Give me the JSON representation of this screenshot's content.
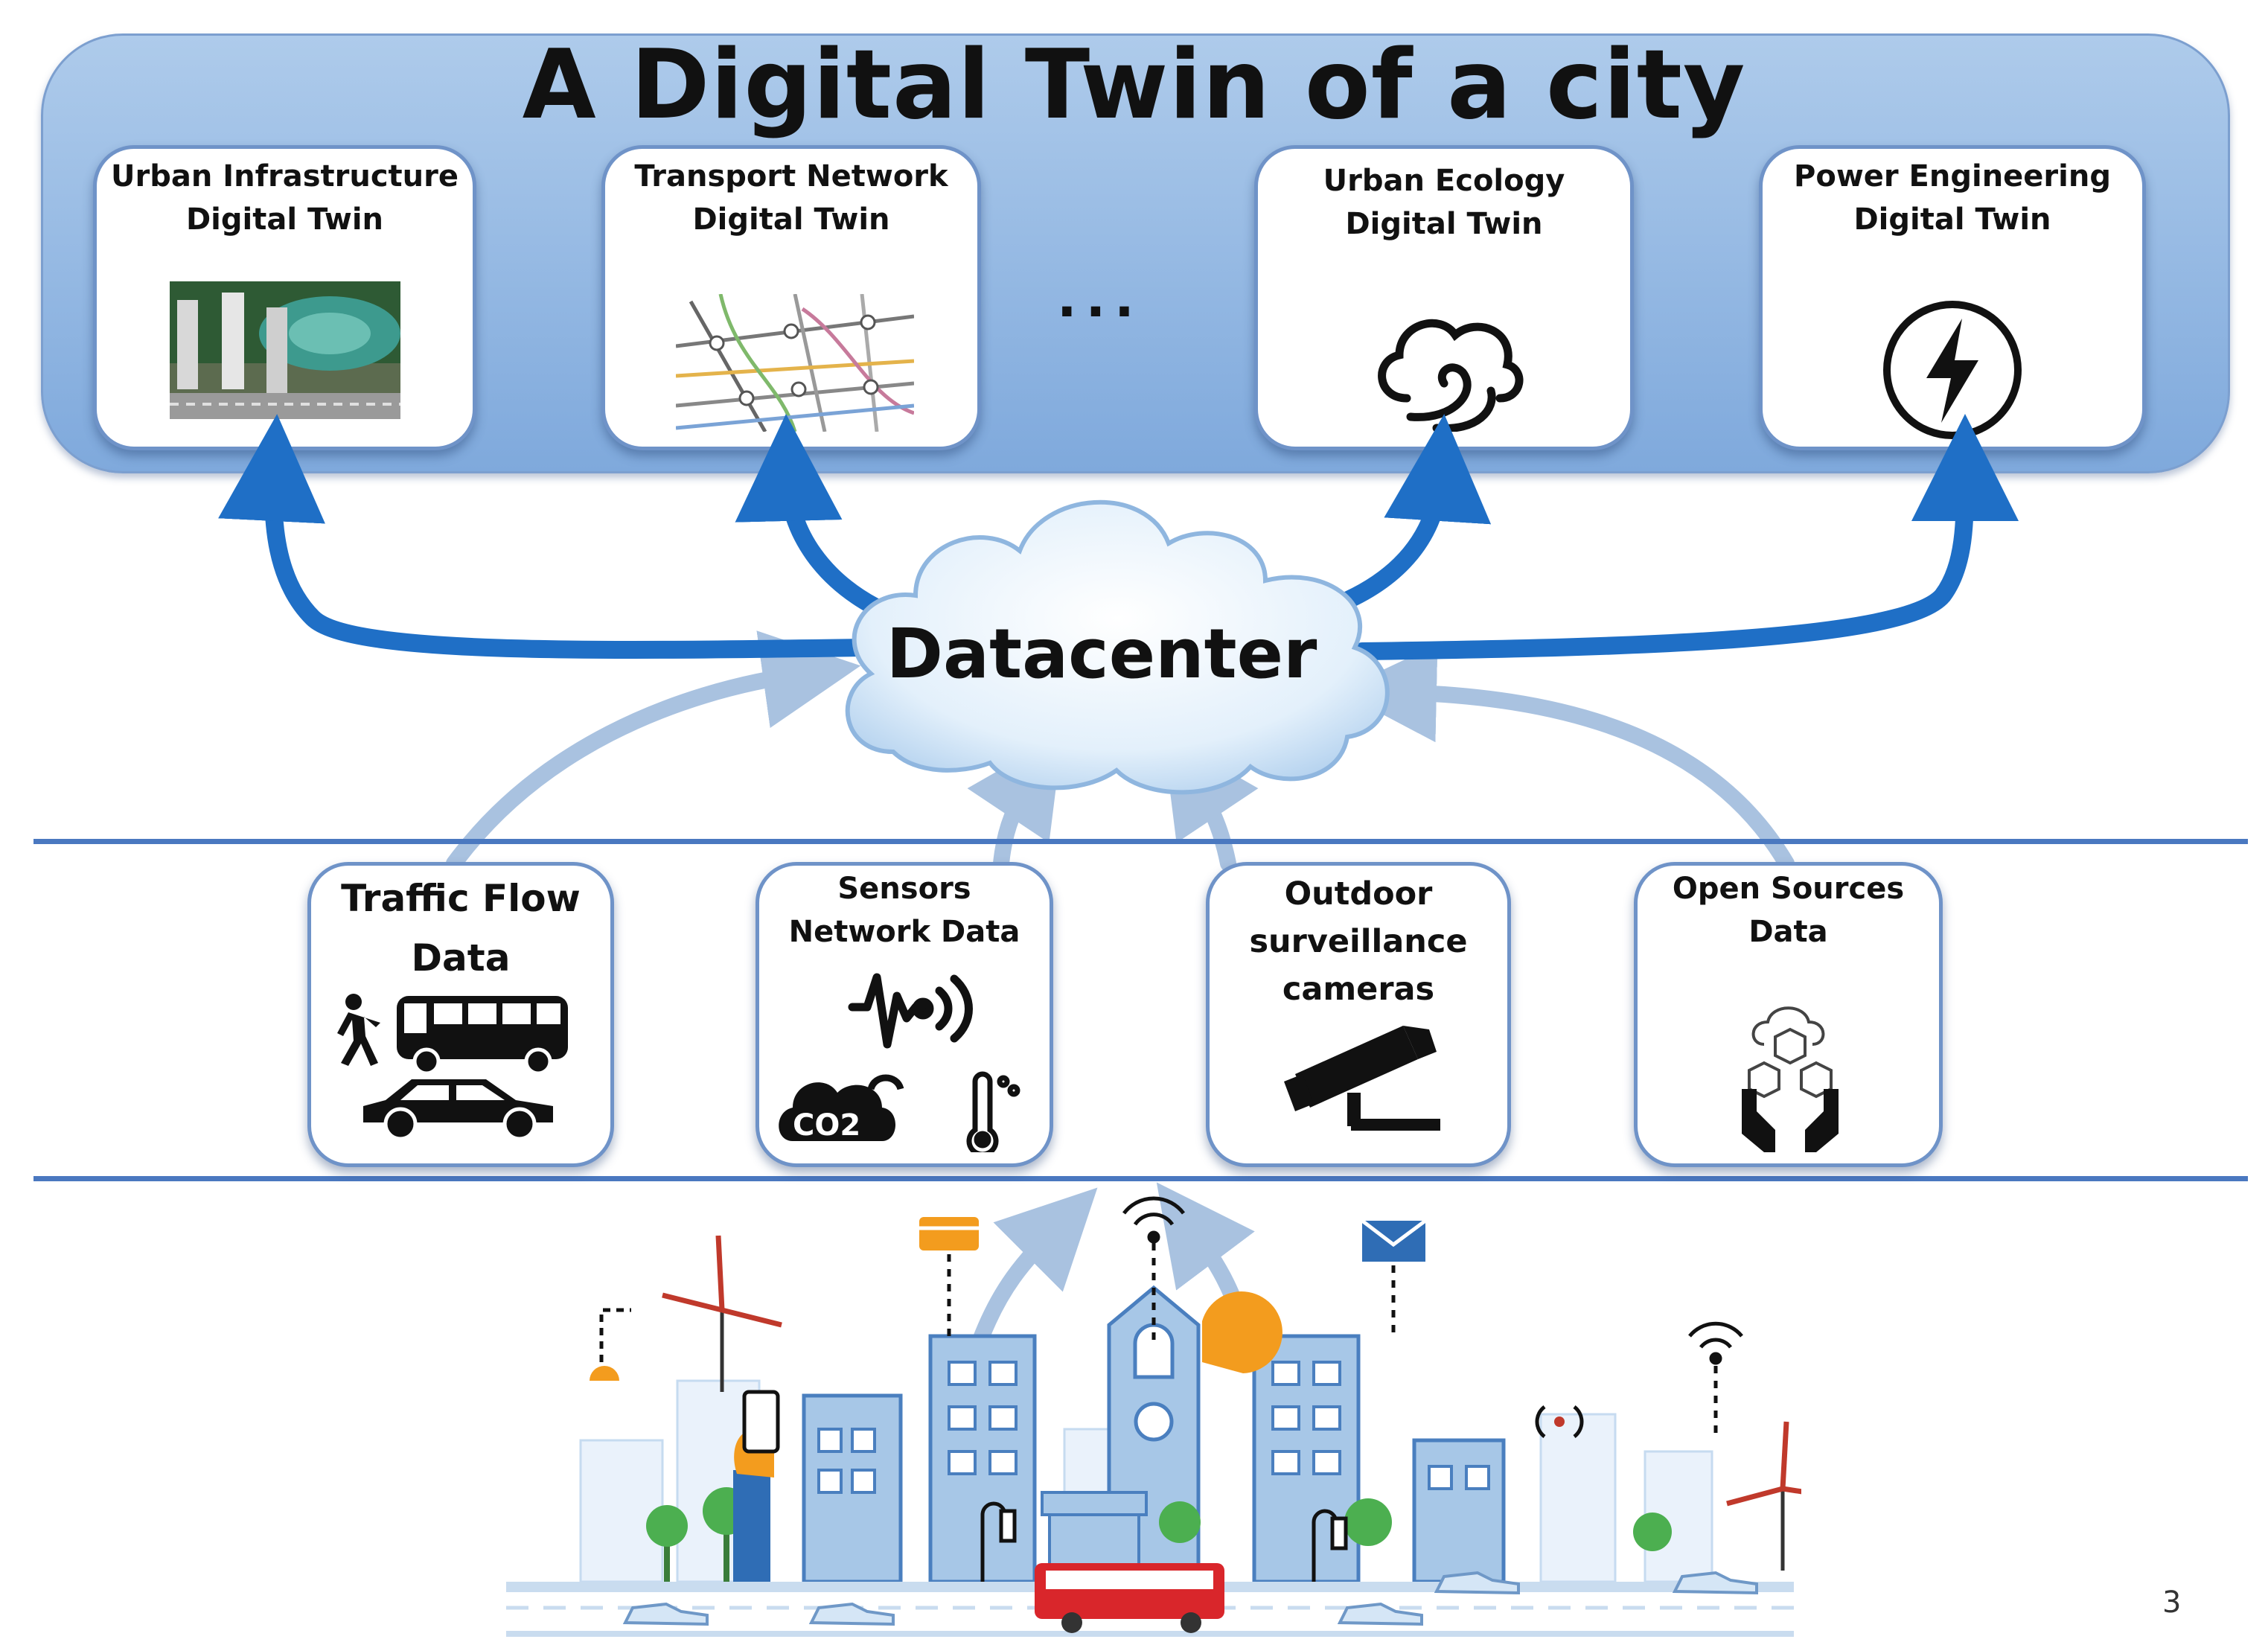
{
  "title": "A Digital Twin of a city",
  "ellipsis": "...",
  "datacenter": {
    "label": "Datacenter"
  },
  "twins": [
    {
      "line1": "Urban Infrastructure",
      "line2": "Digital Twin"
    },
    {
      "line1": "Transport Network",
      "line2": "Digital Twin"
    },
    {
      "line1": "Urban Ecology",
      "line2": "Digital Twin"
    },
    {
      "line1": "Power Engineering",
      "line2": "Digital Twin"
    }
  ],
  "sources": [
    {
      "line1": "Traffic Flow",
      "line2": "Data"
    },
    {
      "line1": "Sensors",
      "line2": "Network Data"
    },
    {
      "line1": "Outdoor",
      "line2": "surveillance",
      "line3": "cameras"
    },
    {
      "line1": "Open Sources",
      "line2": "Data"
    }
  ],
  "co2_label": "CO2",
  "page_number": "3",
  "colors": {
    "panel": "#8fb4e2",
    "arrow_dark": "#1f6fc6",
    "arrow_light": "#a9c2e0",
    "line": "#4a78c0",
    "city_blue": "#a7c7e7",
    "accent_orange": "#f39c1e",
    "bus_red": "#d9262b"
  }
}
